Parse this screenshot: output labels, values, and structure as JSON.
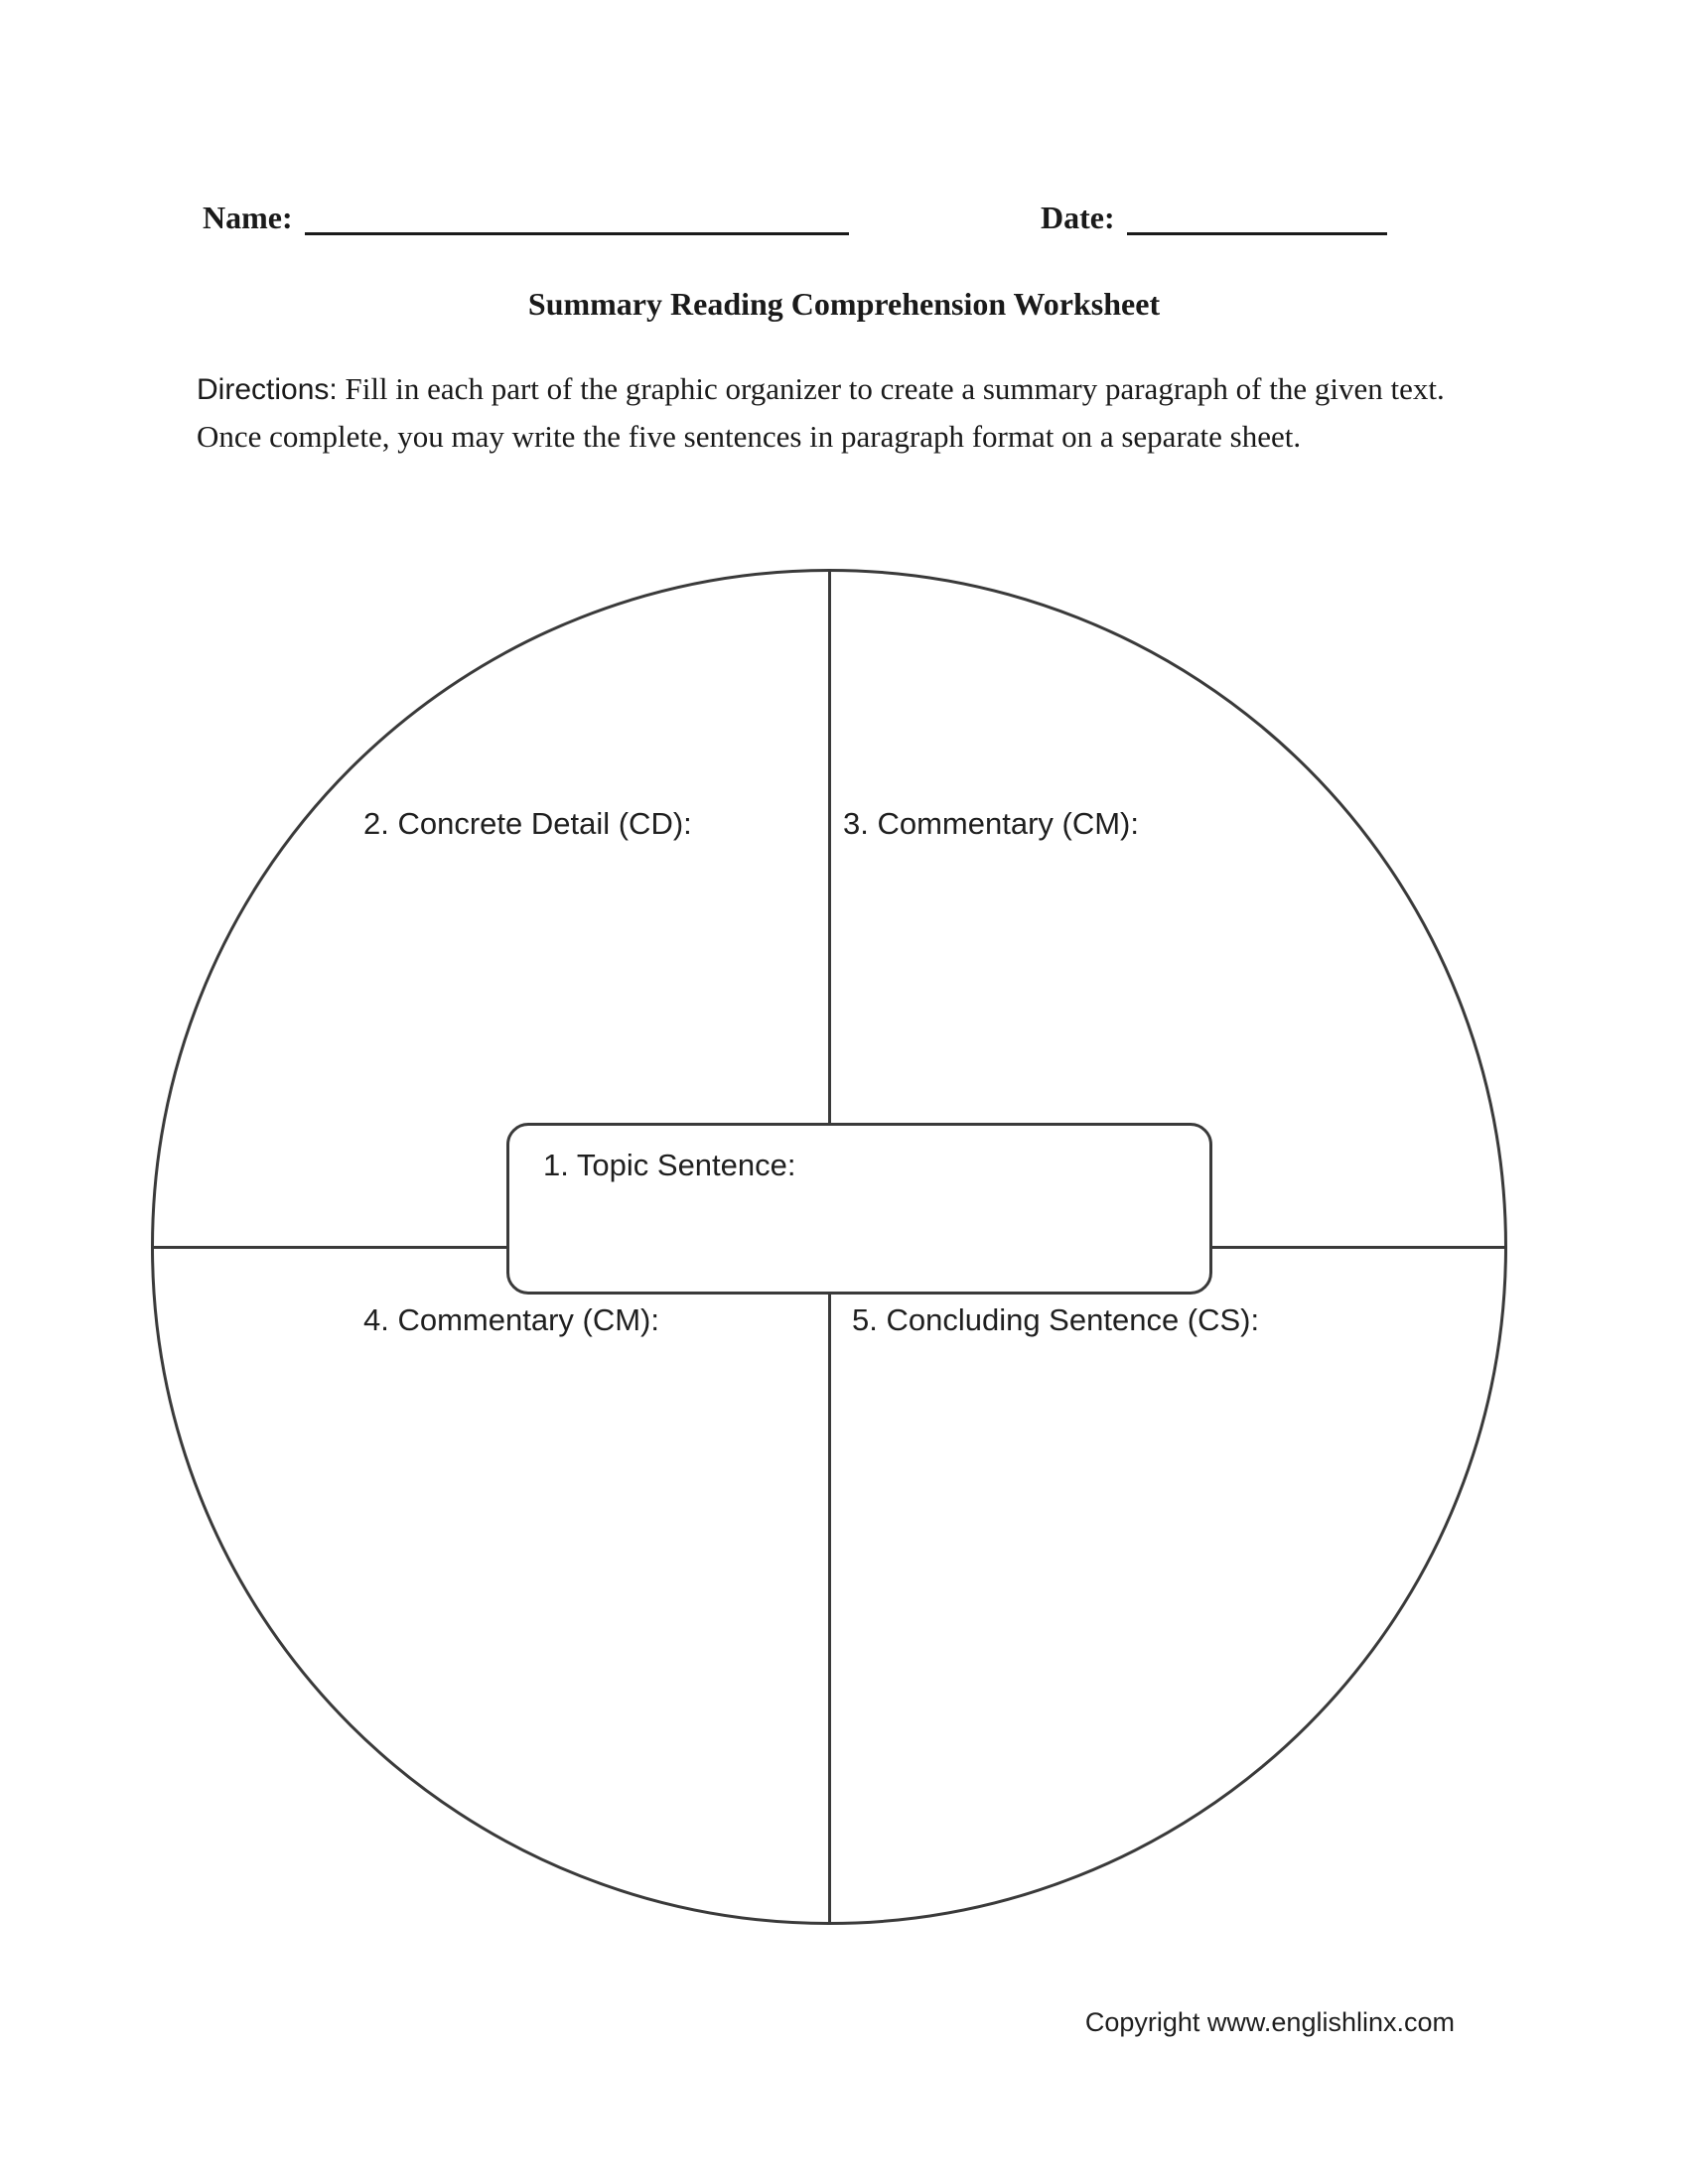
{
  "header": {
    "name_label": "Name:",
    "date_label": "Date:"
  },
  "title": "Summary Reading Comprehension Worksheet",
  "directions": {
    "label": "Directions:",
    "text": " Fill in each part of the graphic organizer to create a summary paragraph of the given text. Once complete, you may write the five sentences in paragraph format on a separate sheet."
  },
  "organizer": {
    "center_label": "1. Topic Sentence:",
    "quadrants": [
      {
        "position": "top-left",
        "label": "2. Concrete Detail (CD):"
      },
      {
        "position": "top-right",
        "label": "3. Commentary (CM):"
      },
      {
        "position": "bottom-left",
        "label": "4. Commentary (CM):"
      },
      {
        "position": "bottom-right",
        "label": "5. Concluding Sentence (CS):"
      }
    ]
  },
  "footer": {
    "copyright": "Copyright www.englishlinx.com"
  },
  "colors": {
    "line_color": "#3a3a3a",
    "text_color": "#1a1a1a",
    "background": "#ffffff"
  }
}
